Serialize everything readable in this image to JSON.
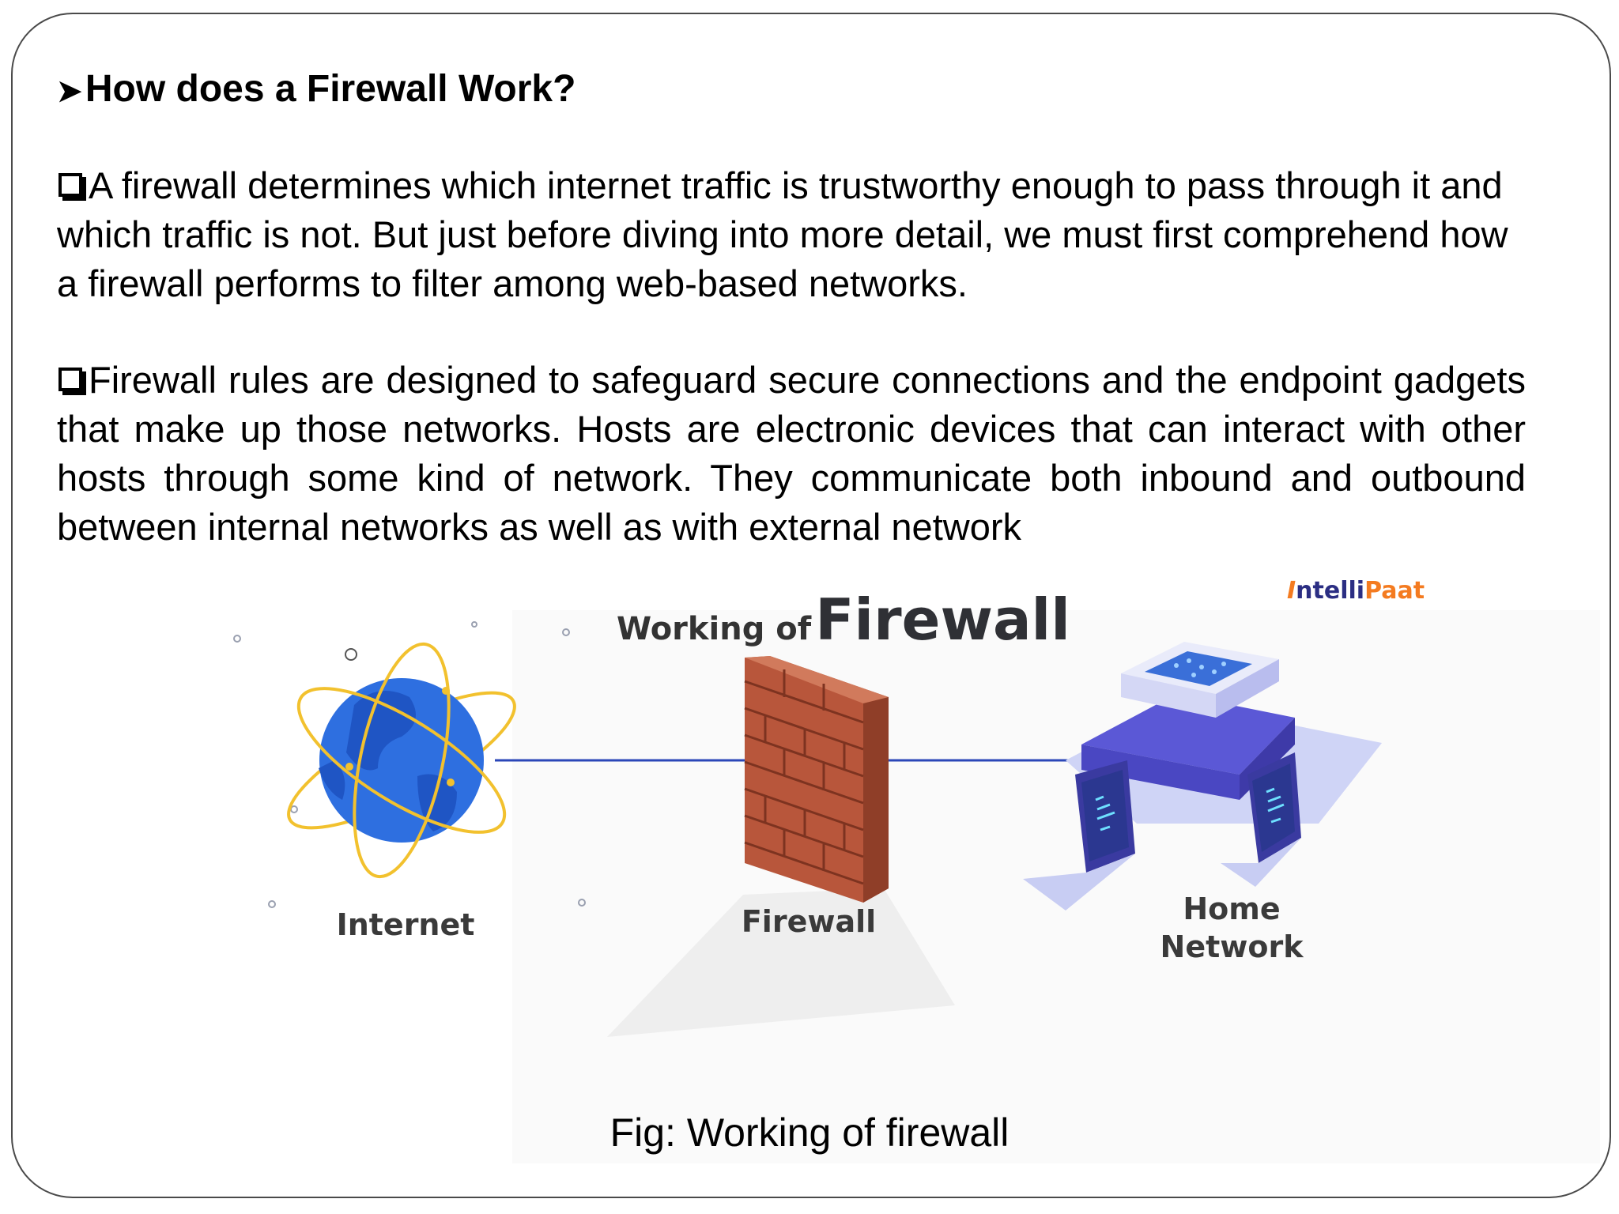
{
  "heading": {
    "bullet_icon": "arrow-bullet-icon",
    "text": "How does a Firewall Work?"
  },
  "paragraphs": [
    {
      "bullet_icon": "square-bullet-icon",
      "text": "A firewall determines which internet traffic is trustworthy enough to pass through it and which traffic is not. But just before diving into more detail, we must first comprehend how a firewall performs to filter among web-based networks."
    },
    {
      "bullet_icon": "square-bullet-icon",
      "text": "Firewall rules are designed to safeguard secure connections and the endpoint gadgets that make up those networks. Hosts are electronic devices that can interact with other hosts through some kind of network. They communicate both inbound and outbound between internal networks as well as with external network"
    }
  ],
  "figure": {
    "title_small": "Working of",
    "title_big": "Firewall",
    "brand_initial": "I",
    "brand_part1": "ntelli",
    "brand_part2": "Paat",
    "labels": {
      "internet": "Internet",
      "firewall": "Firewall",
      "home_line1": "Home",
      "home_line2": "Network"
    },
    "icons": [
      "globe-icon",
      "brick-wall-icon",
      "server-icon",
      "laptop-icon"
    ],
    "colors": {
      "globe": "#2e6fe0",
      "orbit": "#f2c12e",
      "brick": "#b8563b",
      "link_line": "#2b47b8",
      "server": "#5b58d6",
      "brand_orange": "#f47b20",
      "brand_navy": "#2b2e83"
    }
  },
  "caption": "Fig: Working of firewall"
}
